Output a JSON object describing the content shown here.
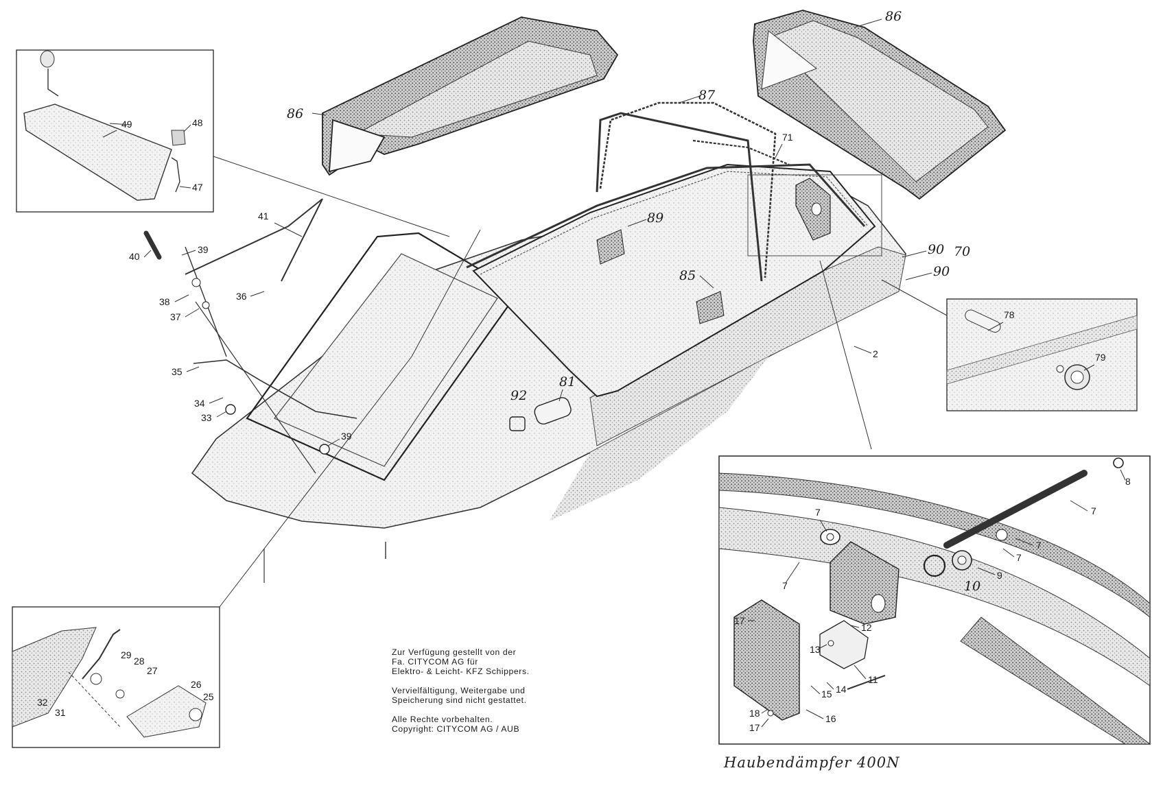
{
  "callouts": {
    "c86a": "86",
    "c86b": "86",
    "c87": "87",
    "c71": "71",
    "c89": "89",
    "c85": "85",
    "c90a": "90",
    "c70": "70",
    "c90b": "90",
    "c2": "2",
    "c78": "78",
    "c79": "79",
    "c92": "92",
    "c81": "81",
    "c41": "41",
    "c40": "40",
    "c39a": "39",
    "c38": "38",
    "c37": "37",
    "c36": "36",
    "c35": "35",
    "c34": "34",
    "c33": "33",
    "c39b": "39",
    "c49": "49",
    "c48": "48",
    "c47": "47",
    "c32": "32",
    "c31": "31",
    "c29": "29",
    "c28": "28",
    "c27": "27",
    "c26": "26",
    "c25": "25",
    "c7a": "7",
    "c7b": "7",
    "c7c": "7",
    "c7d": "7",
    "c7e": "7",
    "c8": "8",
    "c9": "9",
    "c10": "10",
    "c12": "12",
    "c13": "13",
    "c11": "11",
    "c14": "14",
    "c15": "15",
    "c16": "16",
    "c17a": "17",
    "c17b": "17",
    "c18": "18"
  },
  "caption": {
    "line1": "Zur Verfügung gestellt von der",
    "line2": "Fa. CITYCOM AG für",
    "line3": "Elektro- & Leicht- KFZ Schippers.",
    "line4": "Vervielfältigung, Weitergabe und",
    "line5": "Speicherung sind nicht gestattet.",
    "line6": "Alle Rechte vorbehalten.",
    "line7": "Copyright: CITYCOM AG / AUB"
  },
  "footer_note": "Haubendämpfer 400N"
}
